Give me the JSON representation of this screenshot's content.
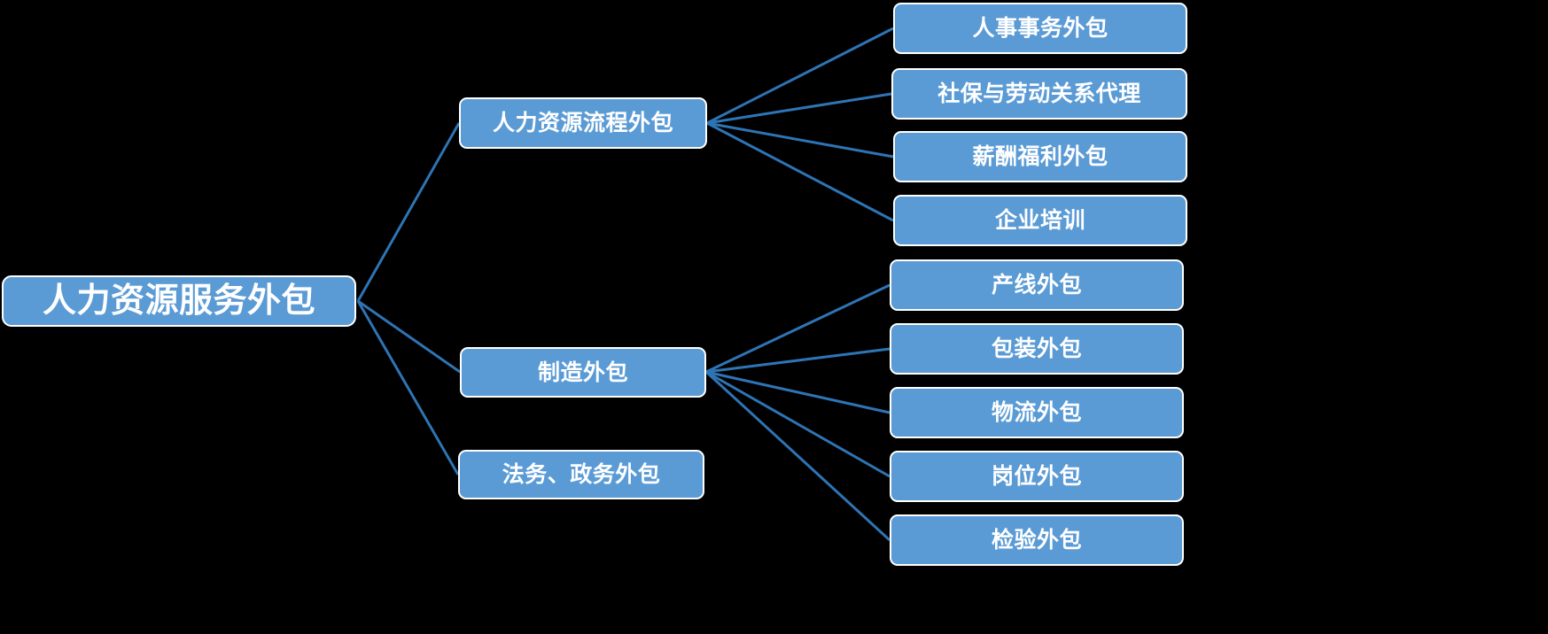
{
  "diagram": {
    "title_text": "人力资源服务外包",
    "background_color": "#000000",
    "node_fill_color": "#5B9BD5",
    "node_border_color": "#FFFFFF",
    "node_text_color": "#FFFFFF",
    "connector_color": "#2E74B5",
    "type": "tree-diagram",
    "root": {
      "label": "人力资源服务外包"
    },
    "branches": [
      {
        "label": "人力资源流程外包",
        "children": [
          {
            "label": "人事事务外包"
          },
          {
            "label": "社保与劳动关系代理"
          },
          {
            "label": "薪酬福利外包"
          },
          {
            "label": "企业培训"
          }
        ]
      },
      {
        "label": "制造外包",
        "children": [
          {
            "label": "产线外包"
          },
          {
            "label": "包装外包"
          },
          {
            "label": "物流外包"
          },
          {
            "label": "岗位外包"
          },
          {
            "label": "检验外包"
          }
        ]
      },
      {
        "label": "法务、政务外包",
        "children": []
      }
    ]
  }
}
